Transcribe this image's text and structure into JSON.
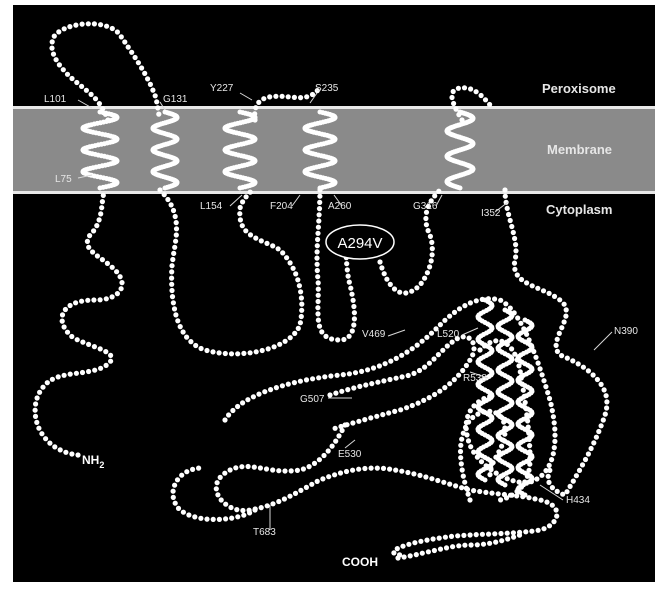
{
  "colors": {
    "background": "#000000",
    "membrane": "#8a8a8a",
    "membrane_edge": "#e8e8e8",
    "bead": "#ffffff",
    "label": "#e6e6e6"
  },
  "compartments": {
    "top": "Peroxisome",
    "middle": "Membrane",
    "bottom": "Cytoplasm"
  },
  "mutation_label": "A294V",
  "residues": [
    "L101",
    "G131",
    "Y227",
    "S235",
    "L75",
    "L154",
    "F204",
    "A260",
    "G316",
    "I352",
    "V469",
    "L520",
    "N390",
    "R538",
    "G507",
    "E530",
    "H434",
    "T683"
  ],
  "termini": {
    "n_terminus": "NH",
    "n_terminus_subscript": "2",
    "c_terminus": "COOH"
  }
}
